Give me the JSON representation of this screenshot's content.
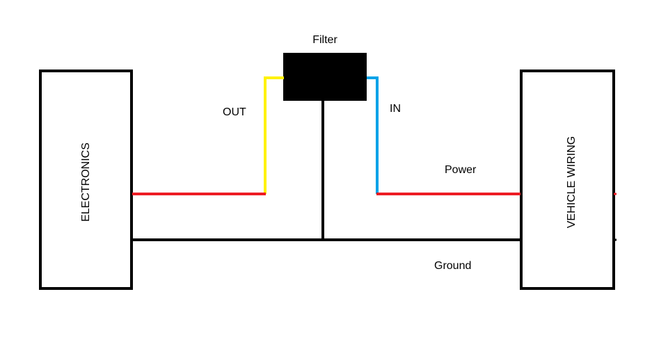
{
  "blocks": {
    "electronics": "ELECTRONICS",
    "vehicle_wiring": "VEHICLE WIRING",
    "filter": "Filter"
  },
  "labels": {
    "out": "OUT",
    "in": "IN",
    "power": "Power",
    "ground": "Ground"
  },
  "colors": {
    "power": "#ed1c24",
    "out_wire": "#fff200",
    "in_wire": "#00a2e8",
    "ground": "#000000"
  }
}
